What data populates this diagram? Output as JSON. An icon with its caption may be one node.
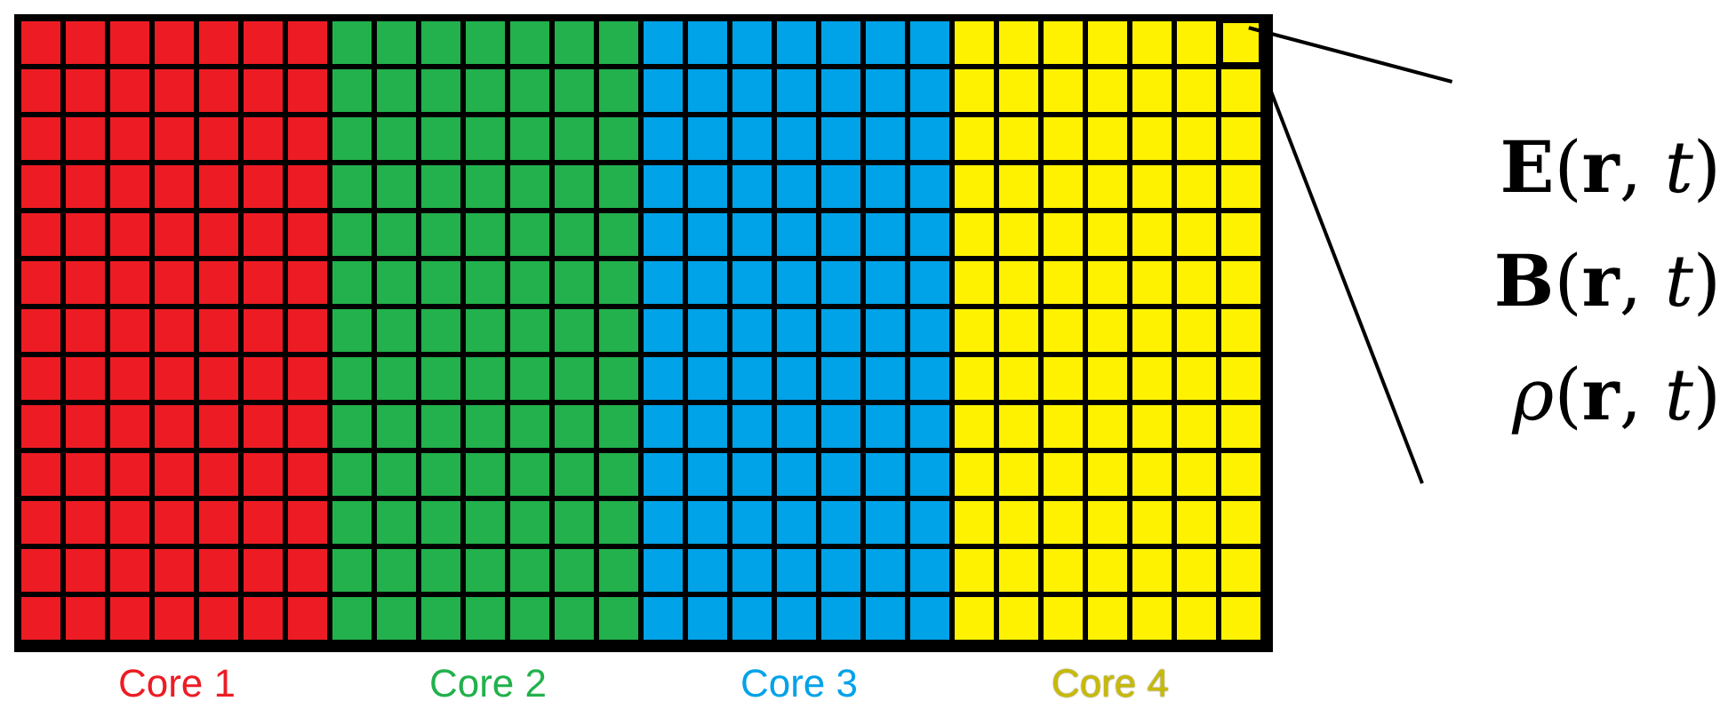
{
  "diagram": {
    "nodes": [
      {
        "text": [],
        "shape": "box",
        "beside": [
          "Core 1"
        ]
      },
      {
        "text": [],
        "shape": "box",
        "beside": [
          "Core 2"
        ]
      },
      {
        "text": [],
        "shape": "box",
        "beside": [
          "Core 3"
        ]
      },
      {
        "text": [],
        "shape": "box",
        "beside": [
          "Core 4"
        ]
      },
      {
        "text": [],
        "shape": "box",
        "in": 3
      },
      {
        "text": [
          "**E**(**r**, *t*)",
          "**B**(**r**, *t*)",
          "*ρ*(**r**, *t*)"
        ]
      }
    ],
    "edges": [
      {
        "from": 4,
        "to": 5,
        "arrow": "none"
      },
      {
        "from": 4,
        "to": 5,
        "arrow": "none"
      }
    ]
  }
}
